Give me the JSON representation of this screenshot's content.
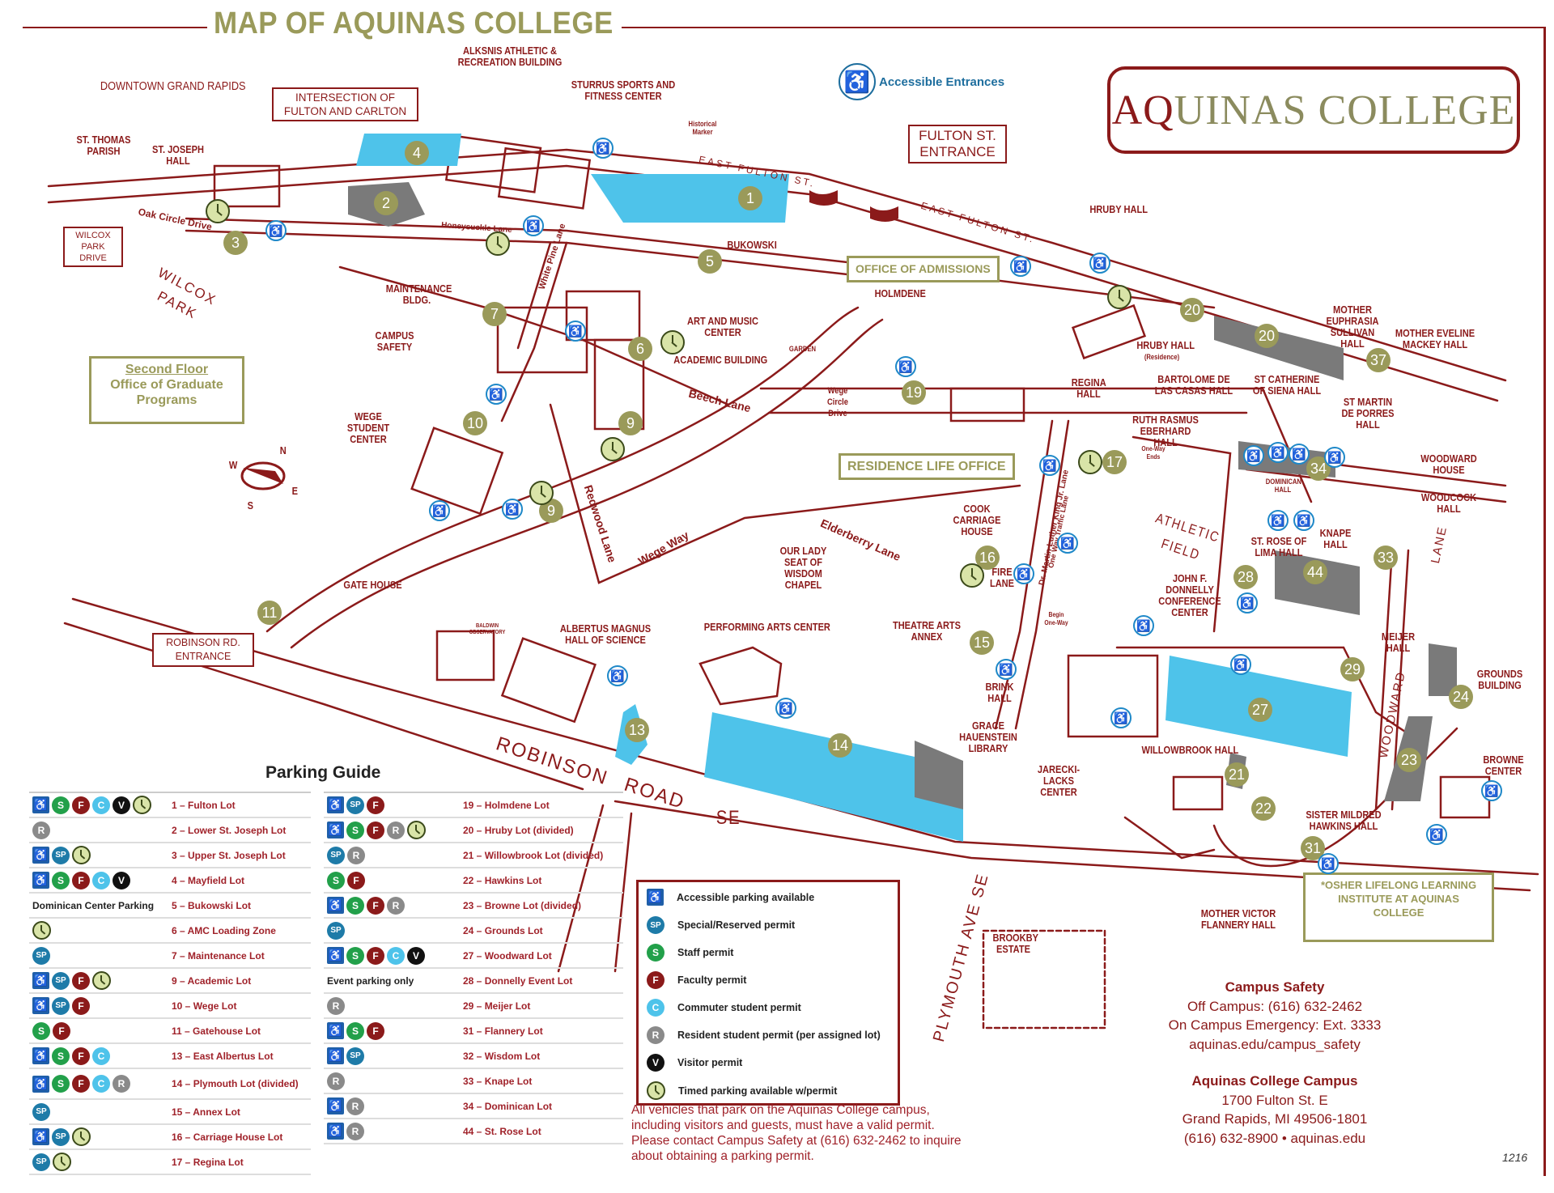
{
  "header": {
    "title": "MAP OF AQUINAS COLLEGE",
    "logo_text_a": "AQ",
    "logo_text_rest": "UINAS COLLEGE",
    "accessible_entrances_label": "Accessible Entrances"
  },
  "map": {
    "callouts": {
      "intersection": "INTERSECTION OF FULTON AND CARLTON",
      "fulton_entrance": "FULTON ST. ENTRANCE",
      "robinson_entrance": "ROBINSON RD. ENTRANCE",
      "wilcox_drive": "WILCOX PARK DRIVE",
      "admissions": "OFFICE OF ADMISSIONS",
      "residence_life": "RESIDENCE LIFE OFFICE",
      "grad_floor": "Second Floor",
      "grad_office": "Office of Graduate Programs",
      "osher": "*OSHER LIFELONG LEARNING INSTITUTE AT AQUINAS COLLEGE"
    },
    "buildings": {
      "downtown": "DOWNTOWN GRAND RAPIDS",
      "st_thomas": "ST. THOMAS PARISH",
      "st_joseph": "ST. JOSEPH HALL",
      "alksnis": "ALKSNIS ATHLETIC & RECREATION BUILDING",
      "sturrus": "STURRUS SPORTS AND FITNESS CENTER",
      "historical_marker": "Historical Marker",
      "bukowski": "BUKOWSKI",
      "hruby_hall": "HRUBY HALL",
      "maintenance": "MAINTENANCE BLDG.",
      "campus_safety": "CAMPUS SAFETY",
      "art_music": "ART AND MUSIC CENTER",
      "academic": "ACADEMIC BUILDING",
      "garden": "GARDEN",
      "holmdene": "HOLMDENE",
      "hruby_res": "HRUBY HALL",
      "hruby_res_sub": "(Residence)",
      "regina": "REGINA HALL",
      "bartolome": "BARTOLOME DE LAS CASAS HALL",
      "st_catherine": "ST CATHERINE OF SIENA HALL",
      "mother_euphrasia": "MOTHER EUPHRASIA SULLIVAN HALL",
      "mother_eveline": "MOTHER EVELINE MACKEY HALL",
      "st_martin": "ST MARTIN DE PORRES HALL",
      "ruth_rasmus": "RUTH RASMUS EBERHARD HALL",
      "woodward_house": "WOODWARD HOUSE",
      "woodcock": "WOODCOCK HALL",
      "dominican_hall": "DOMINICAN HALL",
      "wege_student": "WEGE STUDENT CENTER",
      "cook_carriage": "COOK CARRIAGE HOUSE",
      "fire_lane": "FIRE LANE",
      "athletic_field": "ATHLETIC FIELD",
      "st_rose": "ST. ROSE OF LIMA HALL",
      "knape": "KNAPE HALL",
      "donnelly": "JOHN F. DONNELLY CONFERENCE CENTER",
      "meijer": "MEIJER HALL",
      "grounds": "GROUNDS BUILDING",
      "gate_house": "GATE HOUSE",
      "chapel": "OUR LADY SEAT OF WISDOM CHAPEL",
      "baldwin": "BALDWIN OBSERVATORY",
      "albertus": "ALBERTUS MAGNUS HALL OF SCIENCE",
      "pac": "PERFORMING ARTS CENTER",
      "theatre_annex": "THEATRE ARTS ANNEX",
      "brink": "BRINK HALL",
      "grace": "GRACE HAUENSTEIN LIBRARY",
      "jarecki": "JARECKI-LACKS CENTER",
      "willowbrook": "WILLOWBROOK HALL",
      "sister_mildred": "SISTER MILDRED HAWKINS HALL",
      "browne": "BROWNE CENTER",
      "mother_victor": "MOTHER VICTOR FLANNERY HALL",
      "brookby": "BROOKBY ESTATE",
      "begin_oneway": "Begin One-Way",
      "oneway_ends": "One-Way Ends"
    },
    "streets": {
      "east_fulton_1": "EAST FULTON ST.",
      "east_fulton_2": "EAST FULTON ST.",
      "oak_circle": "Oak Circle Drive",
      "honeysuckle": "Honeysuckle Lane",
      "white_pine": "White Pine Lane",
      "beech": "Beech Lane",
      "wege_circle": "Wege Circle Drive",
      "redwood": "Redwood Lane",
      "wege_way": "Wege Way",
      "elderberry": "Elderberry Lane",
      "mlk": "Dr. Martin Luther King Jr. Lane",
      "mlk_sub": "One Way Traffic Lane",
      "robinson": "ROBINSON",
      "road": "ROAD",
      "se": "SE",
      "plymouth": "PLYMOUTH AVE SE",
      "woodward": "WOODWARD",
      "lane": "LANE",
      "wilcox_park": "WILCOX PARK"
    },
    "compass": {
      "n": "N",
      "s": "S",
      "e": "E",
      "w": "W"
    },
    "lots": [
      "1",
      "2",
      "3",
      "4",
      "5",
      "6",
      "7",
      "9",
      "9",
      "10",
      "11",
      "13",
      "14",
      "15",
      "16",
      "17",
      "19",
      "20",
      "20",
      "21",
      "22",
      "23",
      "24",
      "27",
      "28",
      "29",
      "31",
      "33",
      "34",
      "37",
      "44"
    ]
  },
  "parking_guide": {
    "title": "Parking Guide",
    "left": [
      {
        "icons": [
          "A",
          "S",
          "F",
          "C",
          "V",
          "T"
        ],
        "name": "1 – Fulton Lot"
      },
      {
        "icons": [
          "R"
        ],
        "name": "2 – Lower St. Joseph Lot"
      },
      {
        "icons": [
          "A",
          "SP",
          "T"
        ],
        "name": "3 – Upper St. Joseph Lot"
      },
      {
        "icons": [
          "A",
          "S",
          "F",
          "C",
          "V"
        ],
        "name": "4 – Mayfield Lot"
      },
      {
        "text": "Dominican Center Parking",
        "name": "5 – Bukowski Lot"
      },
      {
        "icons": [
          "T"
        ],
        "name": "6 – AMC Loading Zone"
      },
      {
        "icons": [
          "SP"
        ],
        "name": "7 – Maintenance Lot"
      },
      {
        "icons": [
          "A",
          "SP",
          "F",
          "T"
        ],
        "name": "9 – Academic Lot"
      },
      {
        "icons": [
          "A",
          "SP",
          "F"
        ],
        "name": "10 – Wege Lot"
      },
      {
        "icons": [
          "S",
          "F"
        ],
        "name": "11 – Gatehouse Lot"
      },
      {
        "icons": [
          "A",
          "S",
          "F",
          "C"
        ],
        "name": "13 – East Albertus Lot"
      },
      {
        "icons": [
          "A",
          "S",
          "F",
          "C",
          "R"
        ],
        "name": "14 – Plymouth Lot (divided)"
      },
      {
        "icons": [
          "SP"
        ],
        "name": "15 – Annex Lot"
      },
      {
        "icons": [
          "A",
          "SP",
          "T"
        ],
        "name": "16 – Carriage House Lot"
      },
      {
        "icons": [
          "SP",
          "T"
        ],
        "name": "17 – Regina Lot"
      }
    ],
    "right": [
      {
        "icons": [
          "A",
          "SP",
          "F"
        ],
        "name": "19 – Holmdene Lot"
      },
      {
        "icons": [
          "A",
          "S",
          "F",
          "R",
          "T"
        ],
        "name": "20 – Hruby Lot (divided)"
      },
      {
        "icons": [
          "SP",
          "R"
        ],
        "name": "21 – Willowbrook Lot (divided)"
      },
      {
        "icons": [
          "S",
          "F"
        ],
        "name": "22 – Hawkins Lot"
      },
      {
        "icons": [
          "A",
          "S",
          "F",
          "R"
        ],
        "name": "23 – Browne Lot (divided)"
      },
      {
        "icons": [
          "SP"
        ],
        "name": "24 – Grounds Lot"
      },
      {
        "icons": [
          "A",
          "S",
          "F",
          "C",
          "V"
        ],
        "name": "27 – Woodward Lot"
      },
      {
        "text": "Event parking only",
        "name": "28 – Donnelly Event Lot"
      },
      {
        "icons": [
          "R"
        ],
        "name": "29 – Meijer Lot"
      },
      {
        "icons": [
          "A",
          "S",
          "F"
        ],
        "name": "31 – Flannery Lot"
      },
      {
        "icons": [
          "A",
          "SP"
        ],
        "name": "32 – Wisdom Lot"
      },
      {
        "icons": [
          "R"
        ],
        "name": "33 – Knape Lot"
      },
      {
        "icons": [
          "A",
          "R"
        ],
        "name": "34 – Dominican Lot"
      },
      {
        "icons": [
          "A",
          "R"
        ],
        "name": "44 – St. Rose Lot"
      }
    ]
  },
  "legend": {
    "items": [
      {
        "icon": "A",
        "label": "Accessible parking available"
      },
      {
        "icon": "SP",
        "label": "Special/Reserved permit"
      },
      {
        "icon": "S",
        "label": "Staff permit"
      },
      {
        "icon": "F",
        "label": "Faculty permit"
      },
      {
        "icon": "C",
        "label": "Commuter student permit"
      },
      {
        "icon": "R",
        "label": "Resident student permit (per assigned lot)"
      },
      {
        "icon": "V",
        "label": "Visitor permit"
      },
      {
        "icon": "T",
        "label": "Timed parking available w/permit"
      }
    ],
    "note": "All vehicles that park on the Aquinas College campus, including visitors and guests, must have a valid permit. Please contact Campus Safety at (616) 632-2462 to inquire about obtaining a parking permit."
  },
  "contact": {
    "safety_title": "Campus Safety",
    "off_campus": "Off Campus: (616) 632-2462",
    "emergency": "On Campus Emergency: Ext. 3333",
    "safety_url": "aquinas.edu/campus_safety",
    "campus_title": "Aquinas College Campus",
    "address1": "1700 Fulton St. E",
    "address2": "Grand Rapids, MI 49506-1801",
    "phone_web": "(616) 632-8900 • aquinas.edu"
  },
  "footer_code": "1216",
  "colors": {
    "maroon": "#8b1a1a",
    "olive": "#9a9a5a",
    "lot_blue": "#4ec3ea",
    "lot_gray": "#808080",
    "access_blue": "#1e88c8",
    "staff_green": "#22a04a"
  }
}
